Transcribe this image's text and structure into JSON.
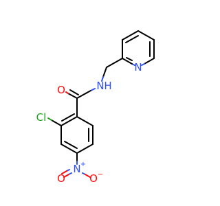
{
  "molecule": {
    "atoms": {
      "O_amide": "O",
      "N_amide": "N",
      "H_amide": "H",
      "N_pyridine": "N",
      "Cl": "Cl",
      "N_nitro": "N",
      "N_nitro_charge": "+",
      "O_nitro_left": "O",
      "O_nitro_right": "O",
      "O_nitro_right_charge": "−"
    },
    "colors": {
      "carbon_bond": "#000000",
      "oxygen": "#ff0d0d",
      "nitrogen": "#3050f8",
      "chlorine": "#1fa01f"
    }
  }
}
